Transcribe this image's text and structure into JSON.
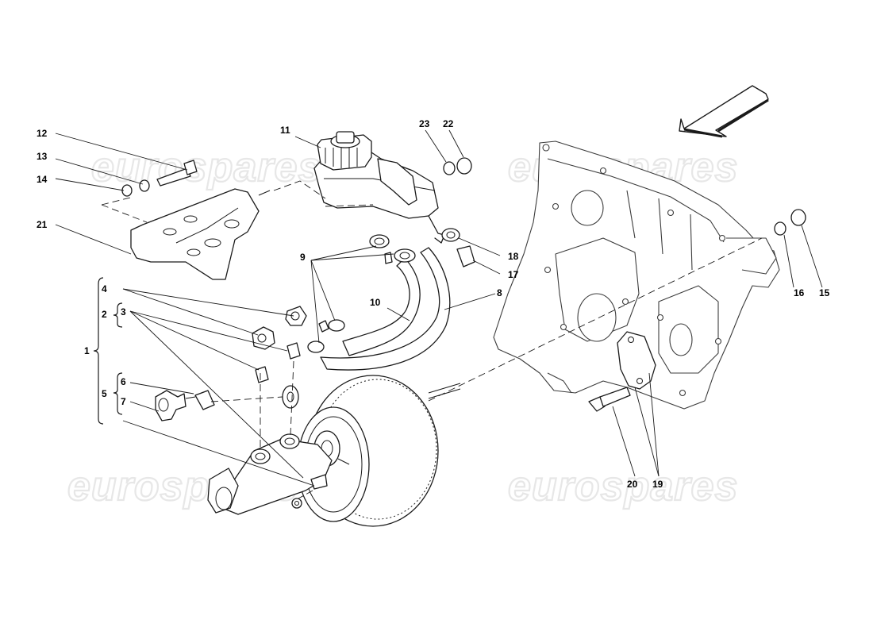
{
  "watermark": "eurospares",
  "callouts": {
    "c1": "1",
    "c2": "2",
    "c3": "3",
    "c4": "4",
    "c5": "5",
    "c6": "6",
    "c7": "7",
    "c8": "8",
    "c9": "9",
    "c10": "10",
    "c11": "11",
    "c12": "12",
    "c13": "13",
    "c14": "14",
    "c15": "15",
    "c16": "16",
    "c17": "17",
    "c18": "18",
    "c19": "19",
    "c20": "20",
    "c21": "21",
    "c22": "22",
    "c23": "23"
  },
  "direction_arrow": "front-direction-arrow"
}
